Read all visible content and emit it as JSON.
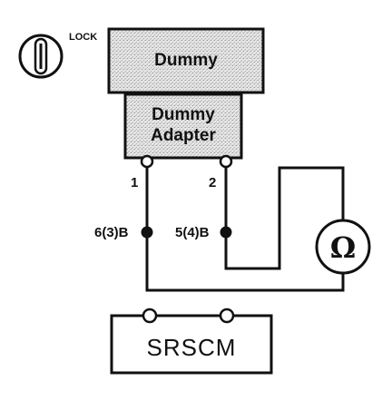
{
  "ignition": {
    "lock_label": "LOCK"
  },
  "dummy": {
    "label": "Dummy"
  },
  "dummy_adapter": {
    "line1": "Dummy",
    "line2": "Adapter"
  },
  "adapter_pins": {
    "pin1": "1",
    "pin2": "2"
  },
  "connector_terminals": {
    "left": "6(3)B",
    "right": "5(4)B"
  },
  "meter": {
    "symbol": "Ω"
  },
  "srscm": {
    "label": "SRSCM"
  }
}
